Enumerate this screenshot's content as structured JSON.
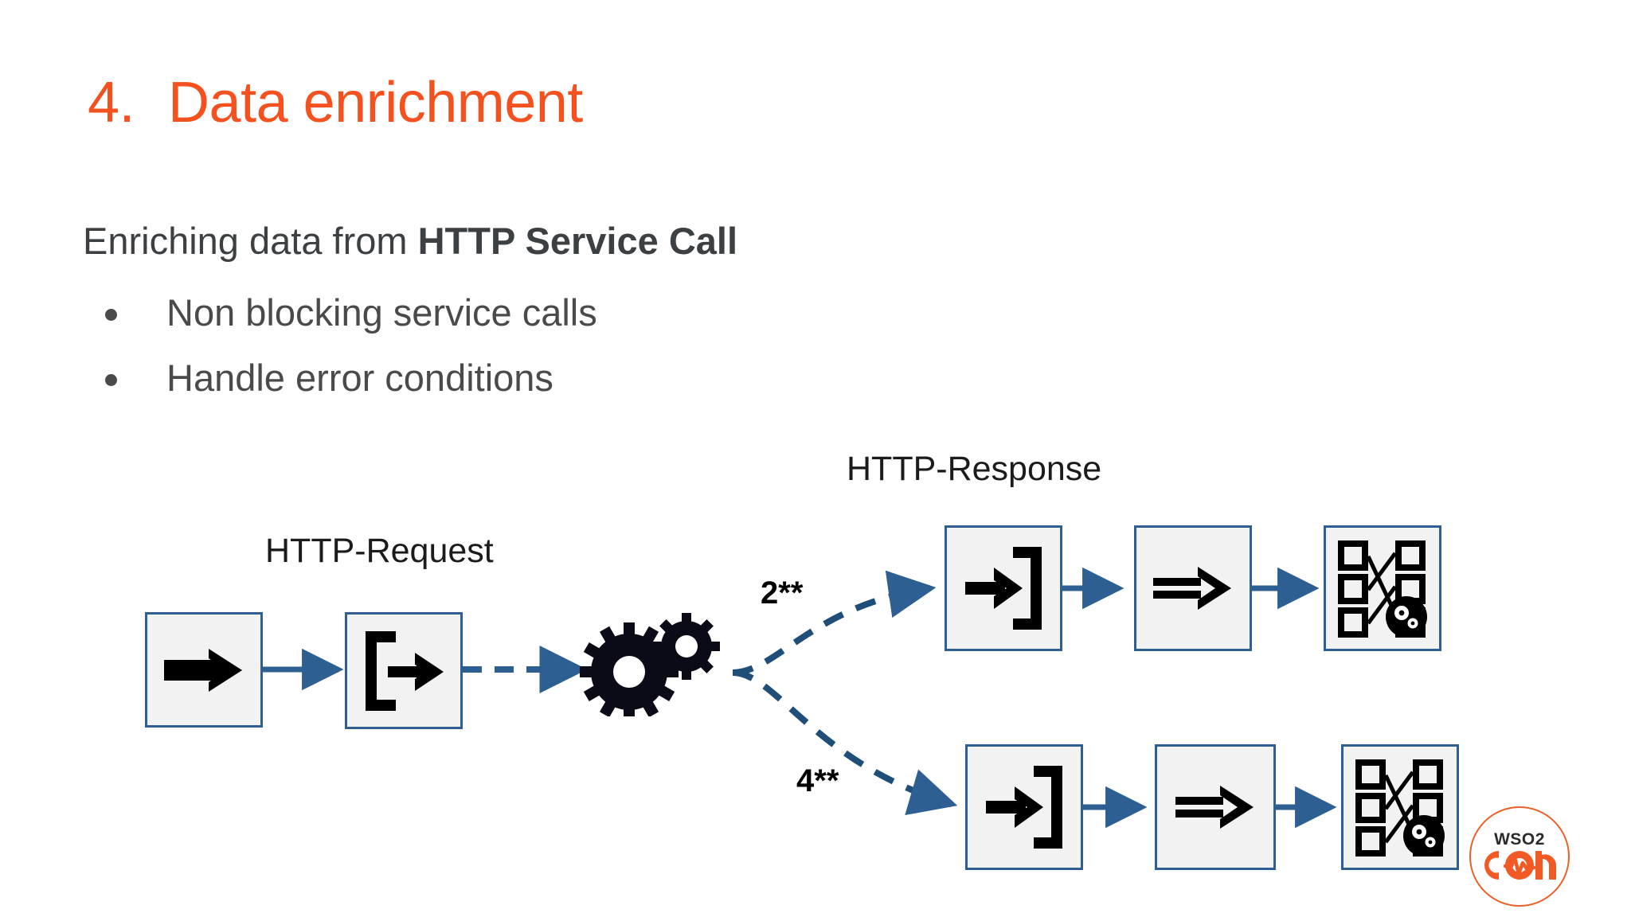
{
  "slide": {
    "title_number": "4.",
    "title_text": "Data enrichment",
    "title_color": "#F4511E",
    "background_color": "#FFFFFF",
    "lead_prefix": "Enriching data from ",
    "lead_bold": "HTTP Service Call",
    "bullets": [
      "Non blocking service calls",
      "Handle error conditions"
    ]
  },
  "diagram": {
    "type": "flow",
    "labels": {
      "request": "HTTP-Request",
      "response": "HTTP-Response",
      "success_code": "2**",
      "error_code": "4**"
    },
    "colors": {
      "node_fill": "#F2F2F2",
      "node_border": "#2E5F93",
      "connector": "#2E5F93",
      "icon": "#000000"
    },
    "nodes": [
      {
        "id": "n1",
        "icon": "double-arrow-icon",
        "branch": "main"
      },
      {
        "id": "n2",
        "icon": "bracket-open-arrow-icon",
        "branch": "main"
      },
      {
        "id": "n3",
        "icon": "gears-icon",
        "branch": "main"
      },
      {
        "id": "n4",
        "icon": "arrow-bracket-close-icon",
        "branch": "success"
      },
      {
        "id": "n5",
        "icon": "double-arrow-icon",
        "branch": "success"
      },
      {
        "id": "n6",
        "icon": "data-mapper-icon",
        "branch": "success"
      },
      {
        "id": "n7",
        "icon": "arrow-bracket-close-icon",
        "branch": "error"
      },
      {
        "id": "n8",
        "icon": "double-arrow-icon",
        "branch": "error"
      },
      {
        "id": "n9",
        "icon": "data-mapper-icon",
        "branch": "error"
      }
    ],
    "connectors": [
      {
        "from": "n1",
        "to": "n2",
        "style": "solid"
      },
      {
        "from": "n2",
        "to": "n3",
        "style": "dashed"
      },
      {
        "from": "n3",
        "to": "n4",
        "style": "dashed",
        "label": "2**"
      },
      {
        "from": "n4",
        "to": "n5",
        "style": "solid"
      },
      {
        "from": "n5",
        "to": "n6",
        "style": "solid"
      },
      {
        "from": "n3",
        "to": "n7",
        "style": "dashed",
        "label": "4**"
      },
      {
        "from": "n7",
        "to": "n8",
        "style": "solid"
      },
      {
        "from": "n8",
        "to": "n9",
        "style": "solid"
      }
    ]
  },
  "logo": {
    "top_text": "WSO2",
    "bottom_text": "con",
    "brand_color": "#E8622A",
    "name": "wso2-con-logo"
  }
}
